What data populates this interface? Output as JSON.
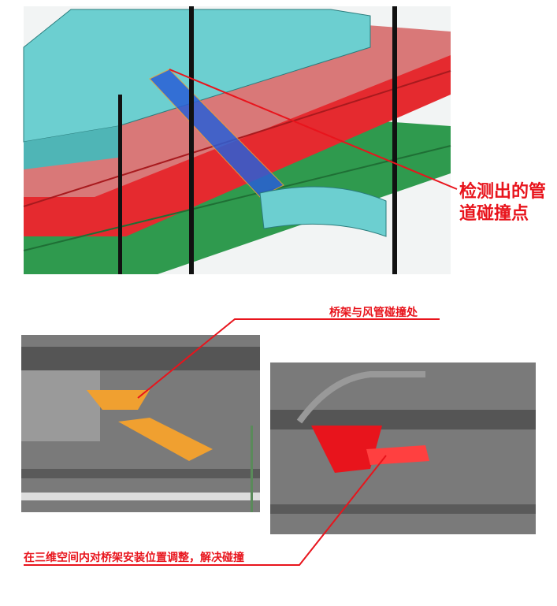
{
  "figure_top": {
    "annotation": "检测出的管道碰撞点"
  },
  "figure_bottom": {
    "annotation_top": "桥架与风管碰撞处",
    "annotation_bottom": "在三维空间内对桥架安装位置调整，解决碰撞"
  },
  "colors": {
    "annotation": "#e8141c",
    "duct": "#6ccfd0",
    "pipe_red": "#e52a2f",
    "pipe_pink": "#d97878",
    "pipe_green": "#2f9a4e",
    "clash_blue": "#2a5fd6",
    "clash_orange": "#f0a030",
    "bim_gray": "#6e6e6e"
  }
}
